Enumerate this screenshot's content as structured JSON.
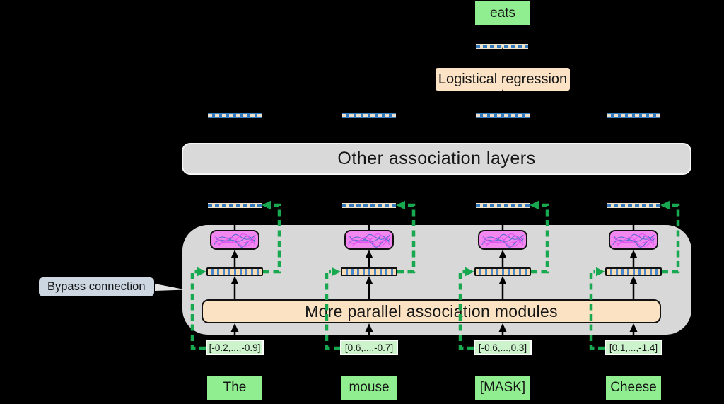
{
  "diagram": {
    "output_token": "eats",
    "classifier": "Logistical regression",
    "other_layers": "Other association layers",
    "modules_layer": "More parallel association modules",
    "bypass_label": "Bypass connection",
    "columns": [
      {
        "token": "The",
        "embedding": "[-0.2,...,-0.9]"
      },
      {
        "token": "mouse",
        "embedding": "[0.6,...,-0.7]"
      },
      {
        "token": "[MASK]",
        "embedding": "[-0.6,...,0.3]"
      },
      {
        "token": "Cheese",
        "embedding": "[0.1,...,-1.4]"
      }
    ],
    "colors": {
      "background": "#000000",
      "token_green": "#90ee90",
      "embedding_green": "#ccf3cc",
      "module_orange": "#fbe2c2",
      "classifier_orange": "#fce3c5",
      "layer_gray": "#d8d8d8",
      "bypass_green": "#18a850",
      "vector_blue": "#3579bd",
      "vector_tan": "#eddfc8",
      "module_purple": "#f287f0",
      "label_blue_gray": "#ccd7e2"
    }
  }
}
